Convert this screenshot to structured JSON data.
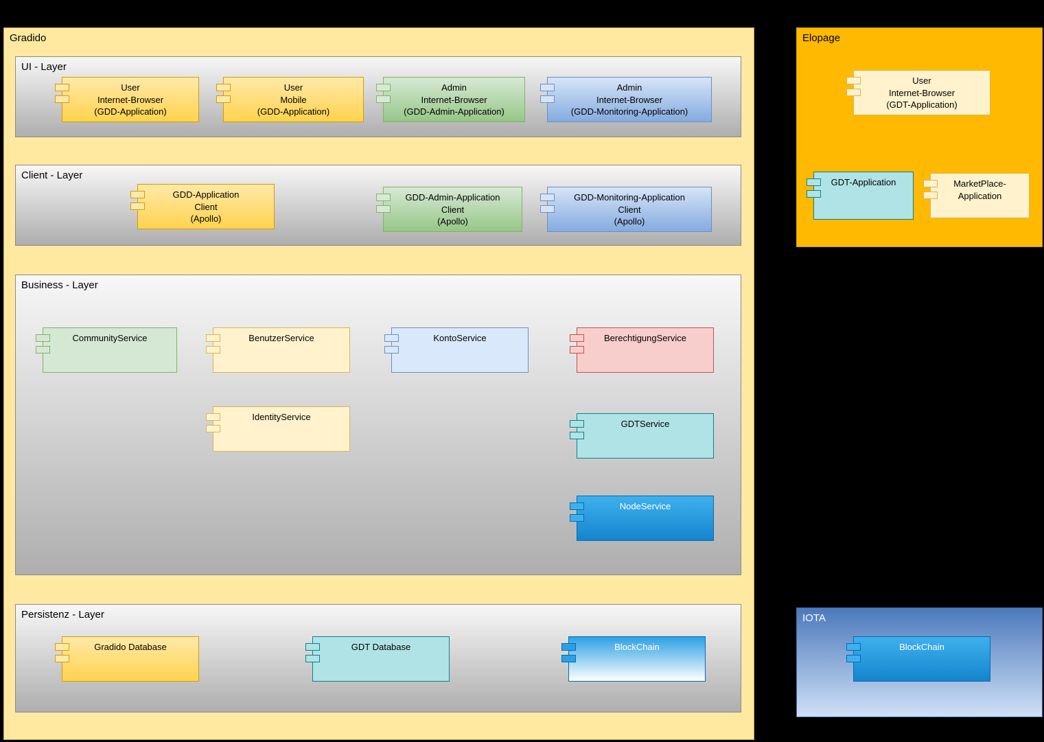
{
  "gradido": {
    "title": "Gradido",
    "layers": [
      {
        "title": "UI - Layer",
        "components": [
          {
            "label": "User\nInternet-Browser\n(GDD-Application)"
          },
          {
            "label": "User\nMobile\n(GDD-Application)"
          },
          {
            "label": "Admin\nInternet-Browser\n(GDD-Admin-Application)"
          },
          {
            "label": "Admin\nInternet-Browser\n(GDD-Monitoring-Application)"
          }
        ]
      },
      {
        "title": "Client - Layer",
        "components": [
          {
            "label": "GDD-Application\nClient\n(Apollo)"
          },
          {
            "label": "GDD-Admin-Application\nClient\n(Apollo)"
          },
          {
            "label": "GDD-Monitoring-Application\nClient\n(Apollo)"
          }
        ]
      },
      {
        "title": "Business - Layer",
        "components": [
          {
            "label": "CommunityService"
          },
          {
            "label": "BenutzerService"
          },
          {
            "label": "KontoService"
          },
          {
            "label": "BerechtigungService"
          },
          {
            "label": "IdentityService"
          },
          {
            "label": "GDTService"
          },
          {
            "label": "NodeService"
          }
        ]
      },
      {
        "title": "Persistenz - Layer",
        "components": [
          {
            "label": "Gradido Database"
          },
          {
            "label": "GDT Database"
          },
          {
            "label": "BlockChain"
          }
        ]
      }
    ]
  },
  "elopage": {
    "title": "Elopage",
    "components": [
      {
        "label": "User\nInternet-Browser\n(GDT-Application)"
      },
      {
        "label": "GDT-Application"
      },
      {
        "label": "MarketPlace-\nApplication"
      }
    ]
  },
  "iota": {
    "title": "IOTA",
    "components": [
      {
        "label": "BlockChain"
      }
    ]
  },
  "colors": {
    "page_background": "#000000",
    "gradido_container": "#ffe9a0",
    "elopage_container": "#ffb900",
    "iota_container_top": "#4c79bd",
    "iota_container_bottom": "#cfe0f5",
    "layer_gradient_top": "#f7f7f7",
    "layer_gradient_bottom": "#aeaeae",
    "yellow_component": "#ffd34e",
    "green_component": "#97c688",
    "blue_component": "#85abe0",
    "pink_component": "#f8cecc",
    "teal_component": "#b0e3e6",
    "bright_blue_component": "#1485cd"
  }
}
